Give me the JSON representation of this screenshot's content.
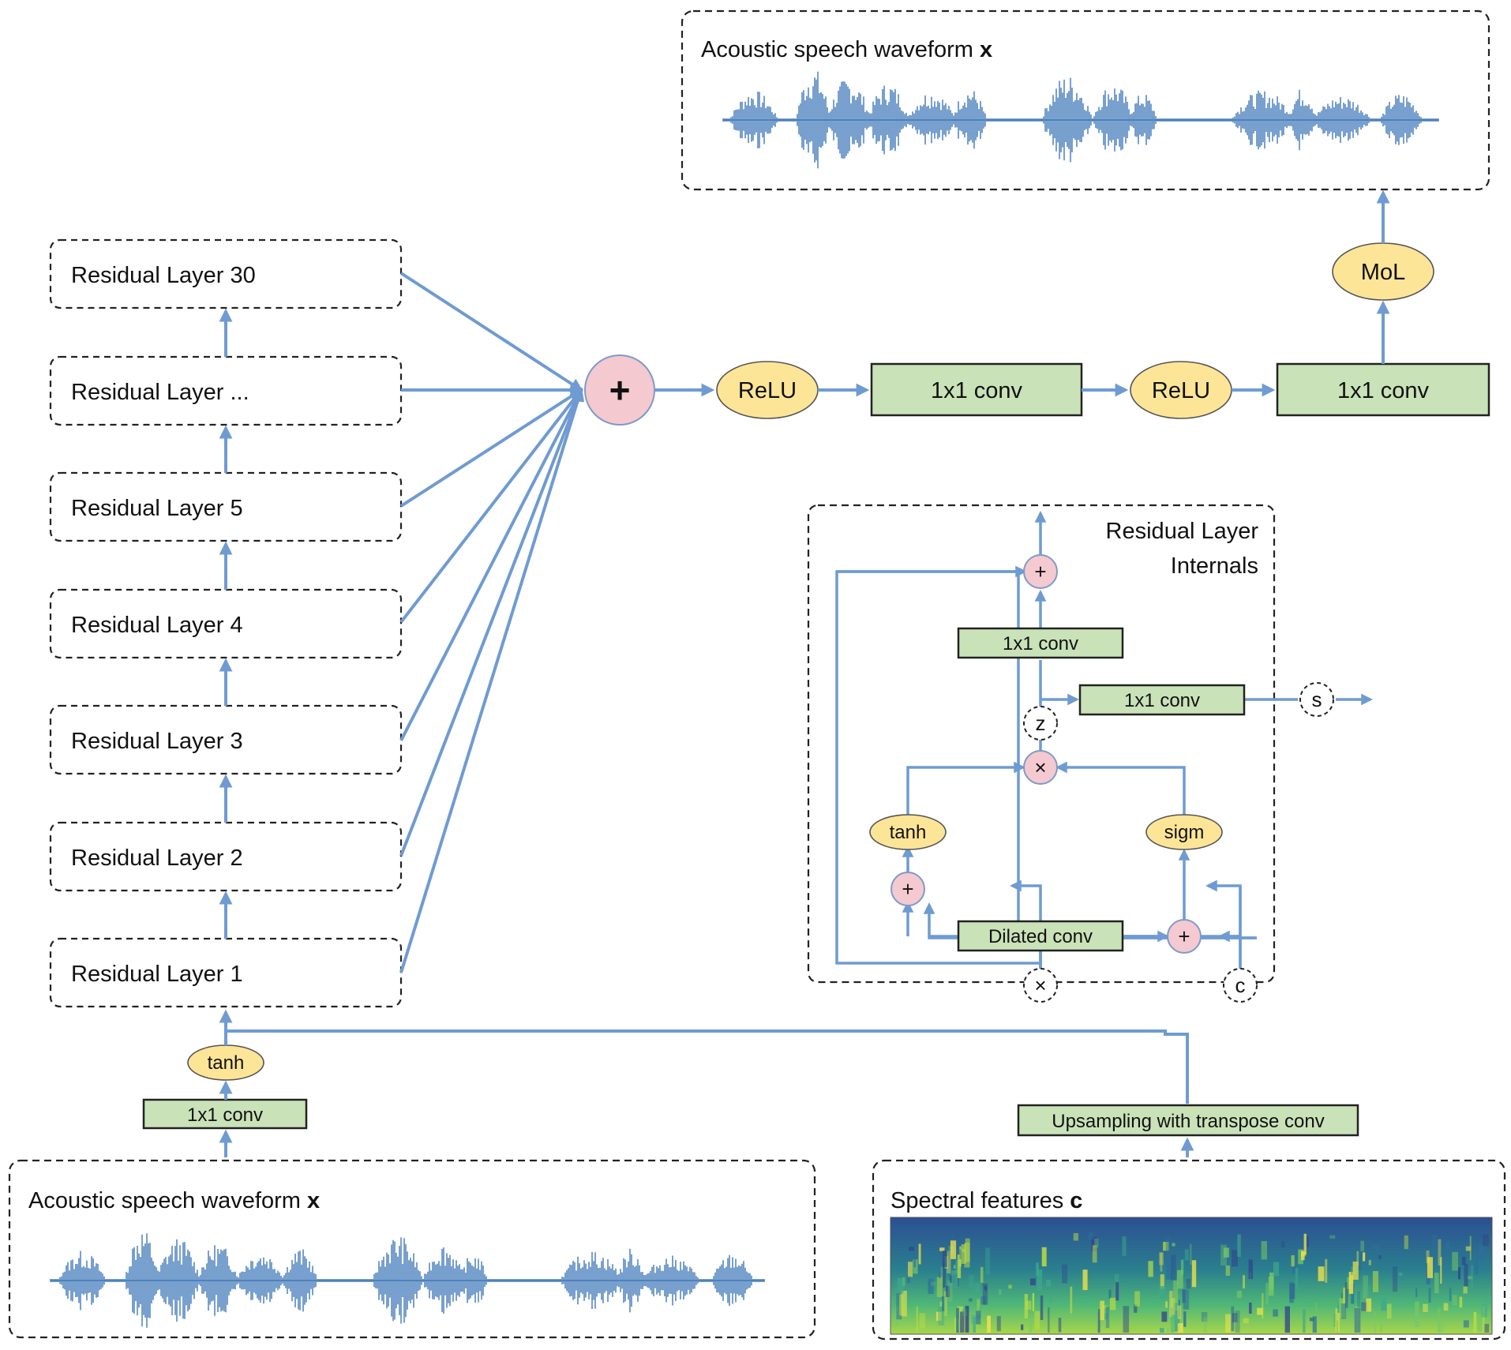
{
  "output_waveform": {
    "title": "Acoustic speech waveform",
    "var": "x"
  },
  "input_waveform": {
    "title": "Acoustic speech waveform",
    "var": "x"
  },
  "spectral": {
    "title": "Spectral features",
    "var": "c"
  },
  "residual_layers": [
    "Residual Layer 30",
    "Residual Layer ...",
    "Residual Layer 5",
    "Residual Layer 4",
    "Residual Layer 3",
    "Residual Layer 2",
    "Residual Layer 1"
  ],
  "sum_symbol": "+",
  "head": {
    "relu_1": "ReLU",
    "conv_1": "1x1 conv",
    "relu_2": "ReLU",
    "conv_2": "1x1 conv",
    "mol": "MoL"
  },
  "input_chain": {
    "conv": "1x1 conv",
    "tanh": "tanh"
  },
  "upsampling": "Upsampling with transpose conv",
  "internals": {
    "title_line1": "Residual Layer",
    "title_line2": "Internals",
    "add_top": "+",
    "conv_res": "1x1 conv",
    "conv_skip": "1x1 conv",
    "port_z": "z",
    "port_s": "s",
    "mult_gate": "×",
    "tanh": "tanh",
    "sigm": "sigm",
    "add_left": "+",
    "dilated": "Dilated conv",
    "add_right": "+",
    "port_x": "×",
    "port_c": "c"
  }
}
